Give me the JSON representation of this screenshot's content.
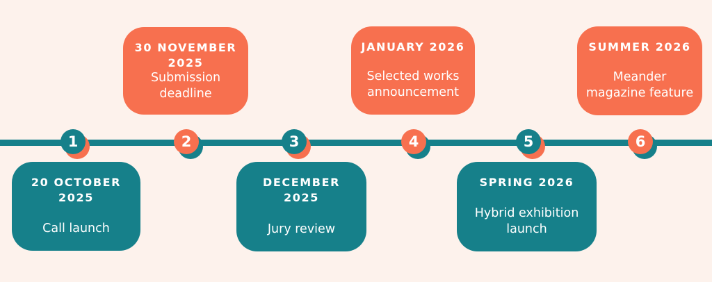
{
  "palette": {
    "teal": "#16808A",
    "orange": "#F7704F",
    "background": "#FDF2EC",
    "text_light": "#FFFFFF"
  },
  "timeline": {
    "type": "horizontal-milestone-timeline",
    "milestones": [
      {
        "number": "1",
        "date": "20 OCTOBER 2025",
        "label": "Call launch",
        "color": "teal",
        "card_position": "below"
      },
      {
        "number": "2",
        "date": "30 NOVEMBER 2025",
        "label": "Submission deadline",
        "color": "orange",
        "card_position": "above"
      },
      {
        "number": "3",
        "date": "DECEMBER 2025",
        "label": "Jury review",
        "color": "teal",
        "card_position": "below"
      },
      {
        "number": "4",
        "date": "JANUARY 2026",
        "label": "Selected works announcement",
        "color": "orange",
        "card_position": "above"
      },
      {
        "number": "5",
        "date": "SPRING 2026",
        "label": "Hybrid exhibition launch",
        "color": "teal",
        "card_position": "below"
      },
      {
        "number": "6",
        "date": "SUMMER 2026",
        "label": "Meander magazine feature",
        "color": "orange",
        "card_position": "above"
      }
    ]
  }
}
